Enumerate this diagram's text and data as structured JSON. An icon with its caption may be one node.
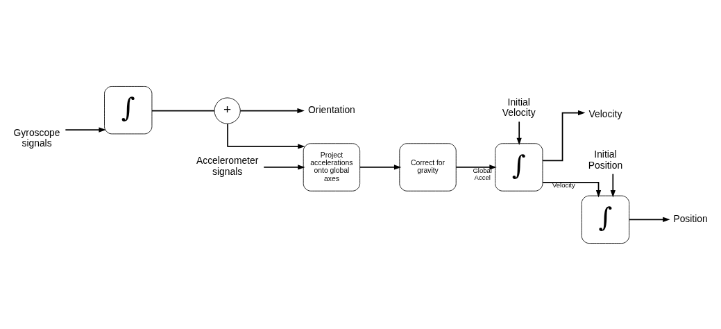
{
  "diagram": {
    "nodes": [
      {
        "text": [
          "Gyroscope signals"
        ]
      },
      {
        "text": [
          "∫"
        ]
      },
      {
        "text": [
          "+"
        ]
      },
      {
        "text": [
          "Orientation"
        ]
      },
      {
        "text": [
          "Accelerometer signals"
        ]
      },
      {
        "text": [
          "Project accelerations onto global axes"
        ]
      },
      {
        "text": [
          "Correct for gravity"
        ]
      },
      {
        "text": [
          "Initial Velocity"
        ]
      },
      {
        "text": [
          "∫"
        ]
      },
      {
        "text": [
          "Initial Position"
        ]
      },
      {
        "text": [
          "∫"
        ]
      },
      {
        "text": [
          "Position"
        ]
      },
      {
        "text": [
          "Velocity"
        ]
      }
    ],
    "edges": [
      {
        "from": 0,
        "to": 1,
        "arrow": "to"
      },
      {
        "from": 1,
        "to": 2,
        "arrow": "none"
      },
      {
        "from": 2,
        "to": 3,
        "arrow": "to"
      },
      {
        "from": 2,
        "to": 5,
        "arrow": "to"
      },
      {
        "from": 4,
        "to": 5,
        "arrow": "to"
      },
      {
        "from": 5,
        "to": 6,
        "arrow": "to"
      },
      {
        "from": 6,
        "to": 8,
        "arrow": "to",
        "label": "Global Accel"
      },
      {
        "from": 7,
        "to": 8,
        "arrow": "to"
      },
      {
        "from": 8,
        "to": 10,
        "arrow": "to",
        "label": "Velocity"
      },
      {
        "from": 8,
        "to": 12,
        "arrow": "to"
      },
      {
        "from": 9,
        "to": 10,
        "arrow": "to"
      },
      {
        "from": 10,
        "to": 11,
        "arrow": "to"
      }
    ]
  }
}
